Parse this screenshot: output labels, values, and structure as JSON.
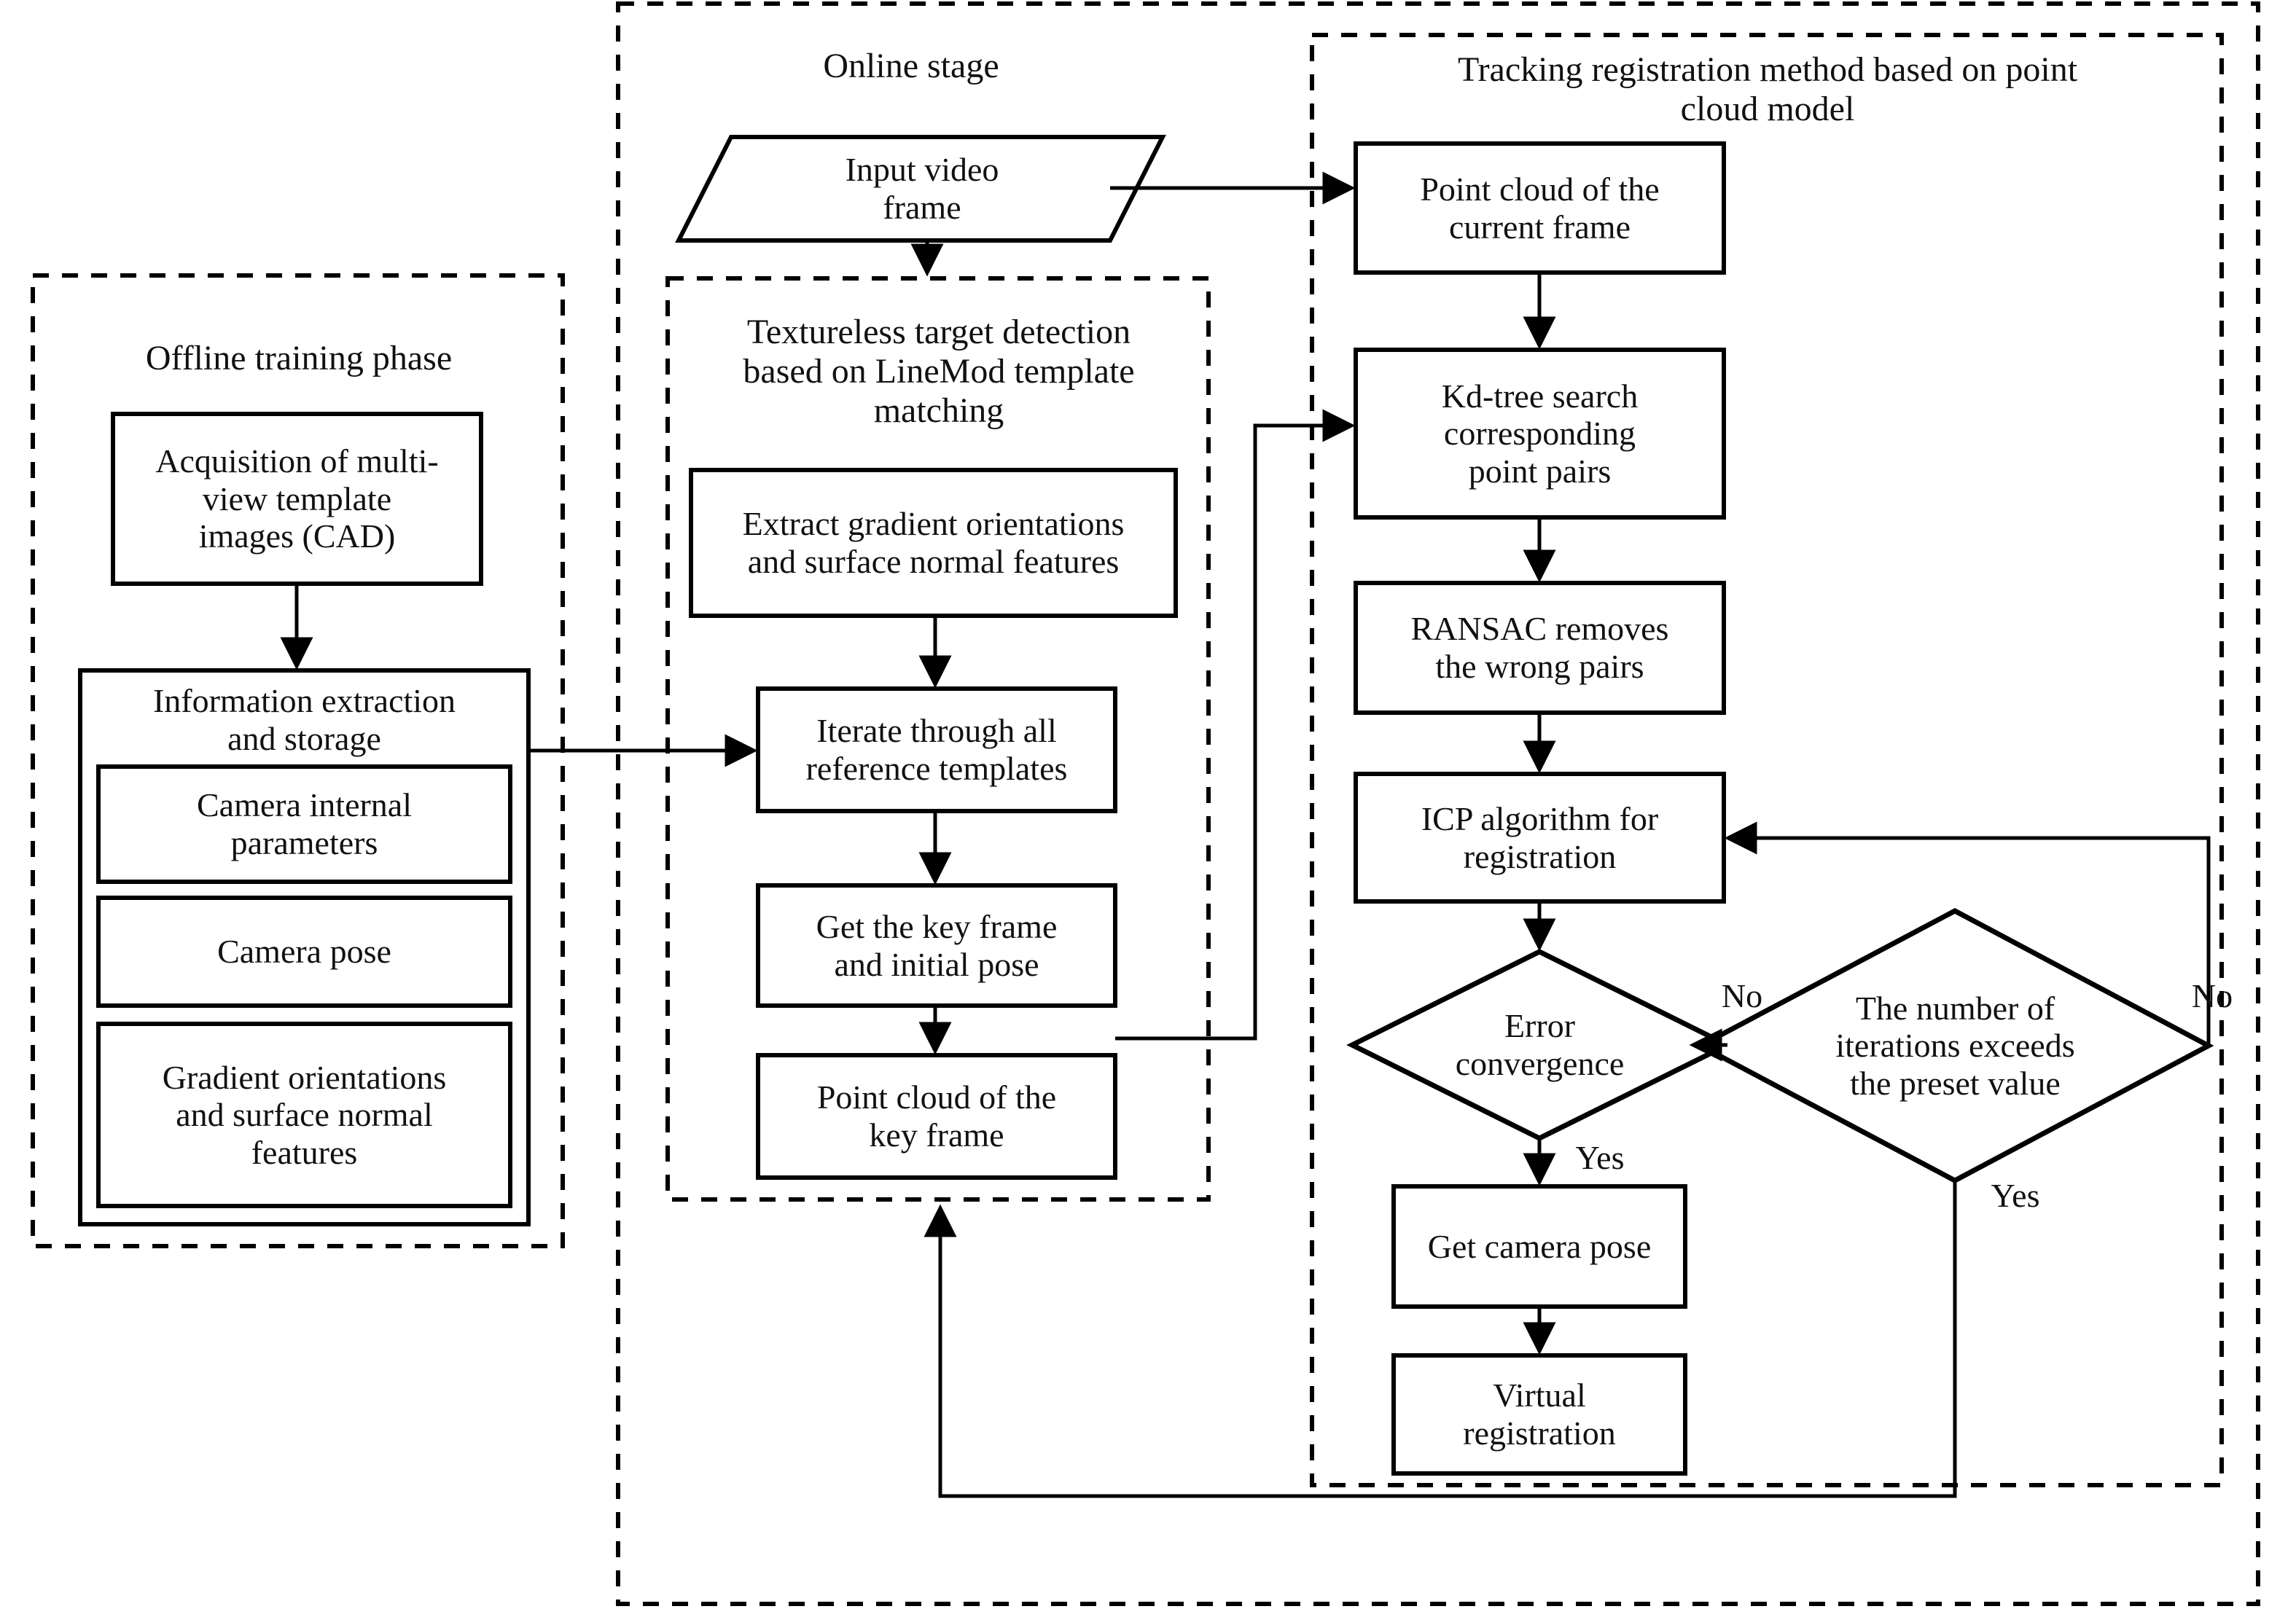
{
  "diagram": {
    "type": "flowchart",
    "title": "Textureless target tracking registration pipeline",
    "groups": [
      {
        "id": "offline",
        "title": "Offline training phase"
      },
      {
        "id": "online",
        "title": "Online stage"
      },
      {
        "id": "detection",
        "title": "Textureless target detection\nbased on LineMod template\nmatching"
      },
      {
        "id": "tracking",
        "title": "Tracking registration method based on point\ncloud model"
      }
    ],
    "nodes": [
      {
        "id": "acq",
        "shape": "rect",
        "text": "Acquisition of multi-\nview template\nimages (CAD)"
      },
      {
        "id": "info",
        "shape": "rect",
        "text": "Information extraction\nand storage"
      },
      {
        "id": "intrinsics",
        "shape": "rect",
        "text": "Camera internal\nparameters"
      },
      {
        "id": "pose",
        "shape": "rect",
        "text": "Camera pose"
      },
      {
        "id": "feat",
        "shape": "rect",
        "text": "Gradient orientations\nand surface normal\nfeatures"
      },
      {
        "id": "input",
        "shape": "parallelogram",
        "text": "Input video\nframe"
      },
      {
        "id": "extract",
        "shape": "rect",
        "text": "Extract gradient orientations\nand surface normal features"
      },
      {
        "id": "iterate",
        "shape": "rect",
        "text": "Iterate through all\nreference templates"
      },
      {
        "id": "keyframe",
        "shape": "rect",
        "text": "Get the key frame\nand initial pose"
      },
      {
        "id": "keycloud",
        "shape": "rect",
        "text": "Point cloud of the\nkey frame"
      },
      {
        "id": "curcloud",
        "shape": "rect",
        "text": "Point cloud of the\ncurrent frame"
      },
      {
        "id": "kdtree",
        "shape": "rect",
        "text": "Kd-tree search\ncorresponding\npoint pairs"
      },
      {
        "id": "ransac",
        "shape": "rect",
        "text": "RANSAC removes\nthe wrong pairs"
      },
      {
        "id": "icp",
        "shape": "rect",
        "text": "ICP algorithm for\nregistration"
      },
      {
        "id": "errconv",
        "shape": "diamond",
        "text": "Error\nconvergence"
      },
      {
        "id": "iters",
        "shape": "diamond",
        "text": "The number of\niterations exceeds\nthe preset value"
      },
      {
        "id": "getpose",
        "shape": "rect",
        "text": "Get camera pose"
      },
      {
        "id": "virtual",
        "shape": "rect",
        "text": "Virtual\nregistration"
      }
    ],
    "edge_labels": [
      {
        "id": "no-1",
        "text": "No"
      },
      {
        "id": "no-2",
        "text": "No"
      },
      {
        "id": "yes-1",
        "text": "Yes"
      },
      {
        "id": "yes-2",
        "text": "Yes"
      }
    ],
    "colors": {
      "background": "#ffffff",
      "stroke": "#000000",
      "text": "#111111"
    }
  }
}
